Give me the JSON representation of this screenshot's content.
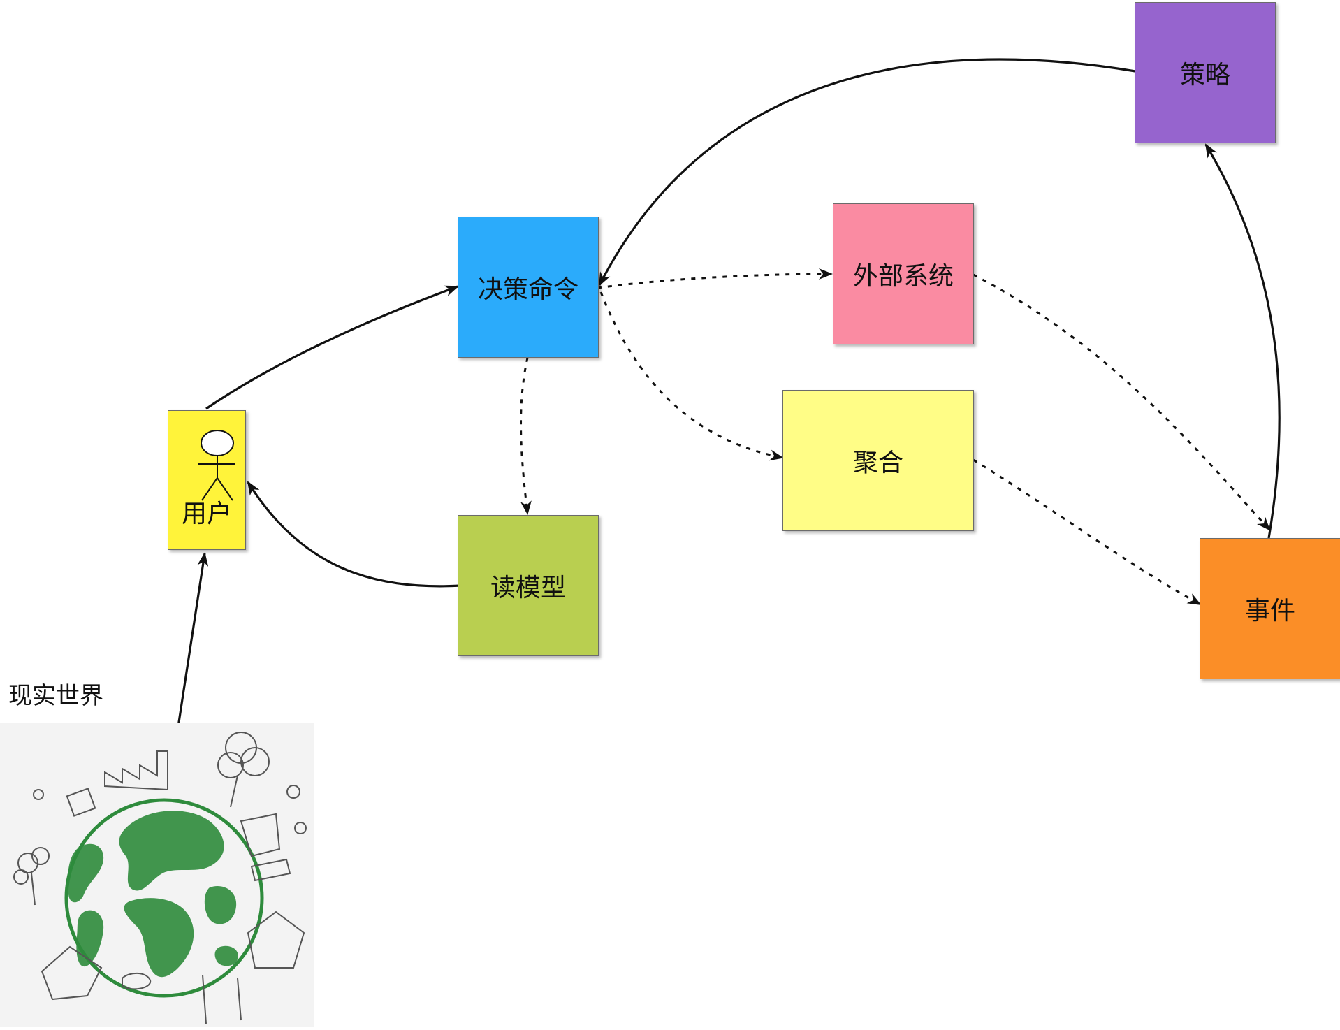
{
  "nodes": {
    "user": {
      "label": "用户",
      "color": "#FFF33A"
    },
    "command": {
      "label": "决策命令",
      "color": "#2BABFB"
    },
    "read_model": {
      "label": "读模型",
      "color": "#B9CF50"
    },
    "policy": {
      "label": "策略",
      "color": "#9664CE"
    },
    "external": {
      "label": "外部系统",
      "color": "#FA8BA2"
    },
    "aggregate": {
      "label": "聚合",
      "color": "#FFFD86"
    },
    "event": {
      "label": "事件",
      "color": "#FB8E27"
    }
  },
  "real_world": {
    "label": "现实世界",
    "globe_color": "#2E8B3C"
  },
  "edges": [
    {
      "from": "real_world",
      "to": "user",
      "style": "solid"
    },
    {
      "from": "user",
      "to": "command",
      "style": "solid"
    },
    {
      "from": "read_model",
      "to": "user",
      "style": "solid"
    },
    {
      "from": "policy",
      "to": "command",
      "style": "solid"
    },
    {
      "from": "event",
      "to": "policy",
      "style": "solid"
    },
    {
      "from": "command",
      "to": "read_model",
      "style": "dotted"
    },
    {
      "from": "command",
      "to": "external",
      "style": "dotted"
    },
    {
      "from": "command",
      "to": "aggregate",
      "style": "dotted"
    },
    {
      "from": "external",
      "to": "event",
      "style": "dotted"
    },
    {
      "from": "aggregate",
      "to": "event",
      "style": "dotted"
    }
  ]
}
